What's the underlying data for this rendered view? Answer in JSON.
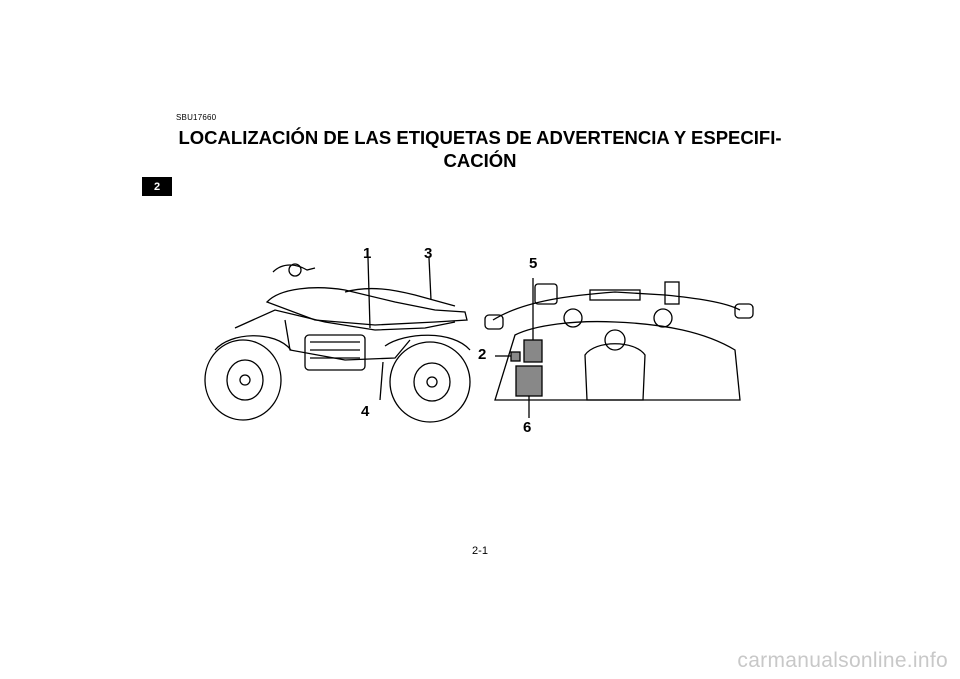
{
  "page": {
    "chapter_tab": "2",
    "doc_code": "SBU17660",
    "title_line1": "LOCALIZACIÓN DE LAS ETIQUETAS DE ADVERTENCIA Y ESPECIFI-",
    "title_line2": "CACIÓN",
    "page_number": "2-1"
  },
  "figure": {
    "callouts": [
      "1",
      "3",
      "4",
      "5",
      "2",
      "6"
    ]
  },
  "watermark": "carmanualsonline.info"
}
